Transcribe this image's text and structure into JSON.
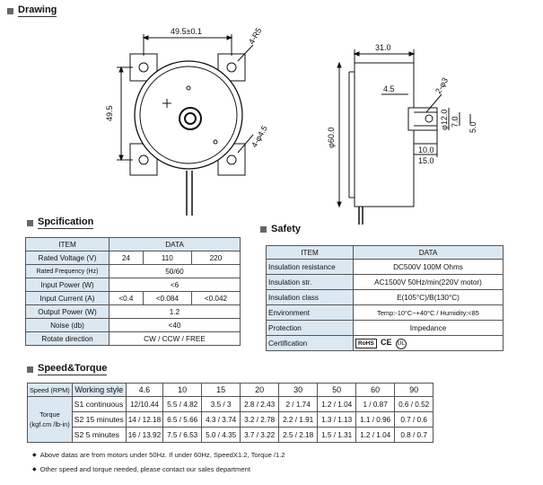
{
  "drawing": {
    "title": "Drawing",
    "dims": {
      "top_width": "49.5±0.1",
      "hole_top": "4-R5",
      "left_height": "49.5",
      "hole_bottom": "4-φ4.5",
      "side_width": "31.0",
      "diameter": "φ60.0",
      "shaft_len": "4.5",
      "shaft_d": "2-φ3",
      "d12": "φ12.0",
      "d7": "7.0",
      "d5": "5.0",
      "len10": "10.0",
      "len15": "15.0"
    }
  },
  "spec": {
    "title": "Spcification",
    "header": [
      "ITEM",
      "DATA"
    ],
    "rows": [
      {
        "label": "Rated Voltage (V)",
        "values": [
          "24",
          "110",
          "220"
        ]
      },
      {
        "label": "Rated Frequency (Hz)",
        "values": [
          "50/60"
        ]
      },
      {
        "label": "Input Power (W)",
        "values": [
          "<6"
        ]
      },
      {
        "label": "Input Current (A)",
        "values": [
          "<0.4",
          "<0.084",
          "<0.042"
        ]
      },
      {
        "label": "Output Power (W)",
        "values": [
          "1.2"
        ]
      },
      {
        "label": "Noise (db)",
        "values": [
          "<40"
        ]
      },
      {
        "label": "Rotate direction",
        "values": [
          "CW / CCW / FREE"
        ]
      }
    ]
  },
  "safety": {
    "title": "Safety",
    "header": [
      "ITEM",
      "DATA"
    ],
    "rows": [
      {
        "label": "Insulation resistance",
        "value": "DC500V  100M Ohms"
      },
      {
        "label": "Insulation str.",
        "value": "AC1500V 50Hz/min(220V motor)"
      },
      {
        "label": "Insulation class",
        "value": "E(105°C)/B(130°C)"
      },
      {
        "label": "Environment",
        "value": "Temp:-10°C~+40°C / Humidity:<85"
      },
      {
        "label": "Protection",
        "value": "Impedance"
      },
      {
        "label": "Certification",
        "badges": [
          "RoHS",
          "CE",
          "UL"
        ]
      }
    ]
  },
  "speed": {
    "title": "Speed&Torque",
    "col0": "Speed (RPM)",
    "col1": "Working style",
    "speeds": [
      "4.6",
      "10",
      "15",
      "20",
      "30",
      "50",
      "60",
      "90"
    ],
    "torque_label": [
      "Torque",
      "(kgf.cm /lb-in)"
    ],
    "rows": [
      {
        "style": "S1 continuous",
        "values": [
          "12/10.44",
          "5.5 / 4.82",
          "3.5 / 3",
          "2.8 / 2.43",
          "2 / 1.74",
          "1.2 / 1.04",
          "1 / 0.87",
          "0.6 / 0.52"
        ]
      },
      {
        "style": "S2 15 minutes",
        "values": [
          "14 / 12.18",
          "6.5 / 5.66",
          "4.3 / 3.74",
          "3.2 / 2.78",
          "2.2 / 1.91",
          "1.3 / 1.13",
          "1.1 / 0.96",
          "0.7 / 0.6"
        ]
      },
      {
        "style": "S2  5 minutes",
        "values": [
          "16 / 13.92",
          "7.5 / 6.53",
          "5.0 / 4.35",
          "3.7 / 3.22",
          "2.5 / 2.18",
          "1.5 / 1.31",
          "1.2 / 1.04",
          "0.8 / 0.7"
        ]
      }
    ]
  },
  "notes": [
    "Above datas are from motors under 50Hz. If under 60Hz, SpeedX1.2, Torque /1.2",
    "Other speed and torque needed, please contact our sales department"
  ]
}
